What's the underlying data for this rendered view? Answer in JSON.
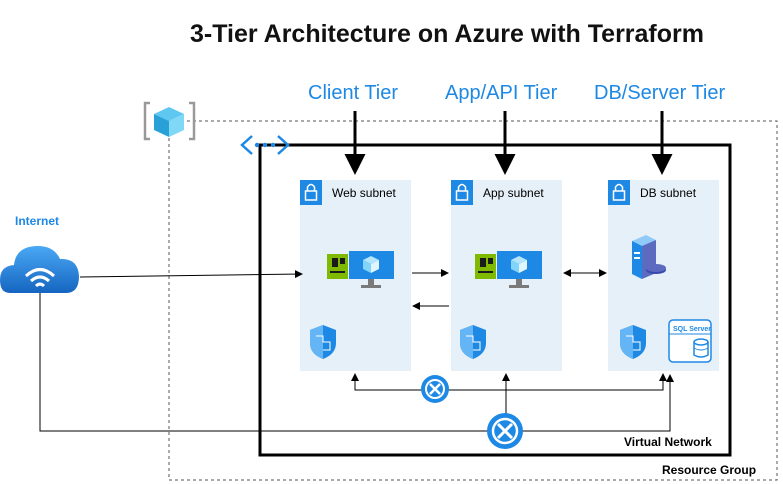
{
  "title": "3-Tier Architecture on Azure with Terraform",
  "tiers": [
    {
      "label": "Client Tier"
    },
    {
      "label": "App/API Tier"
    },
    {
      "label": "DB/Server Tier"
    }
  ],
  "subnets": [
    {
      "label": "Web subnet"
    },
    {
      "label": "App subnet"
    },
    {
      "label": "DB subnet"
    }
  ],
  "internet_label": "Internet",
  "vnet_label": "Virtual Network",
  "rg_label": "Resource Group",
  "sql_label": "SQL Server",
  "colors": {
    "accent": "#1e88e5",
    "subnet_fill": "#e6f0f8",
    "vm_green": "#7fba00",
    "icon_blue": "#0078d4"
  },
  "icons": [
    "resource-group-icon",
    "vnet-icon",
    "cloud-wifi-icon",
    "lock-icon",
    "vm-icon",
    "shield-icon",
    "sql-server-icon",
    "database-server-icon",
    "nsg-x-icon"
  ]
}
